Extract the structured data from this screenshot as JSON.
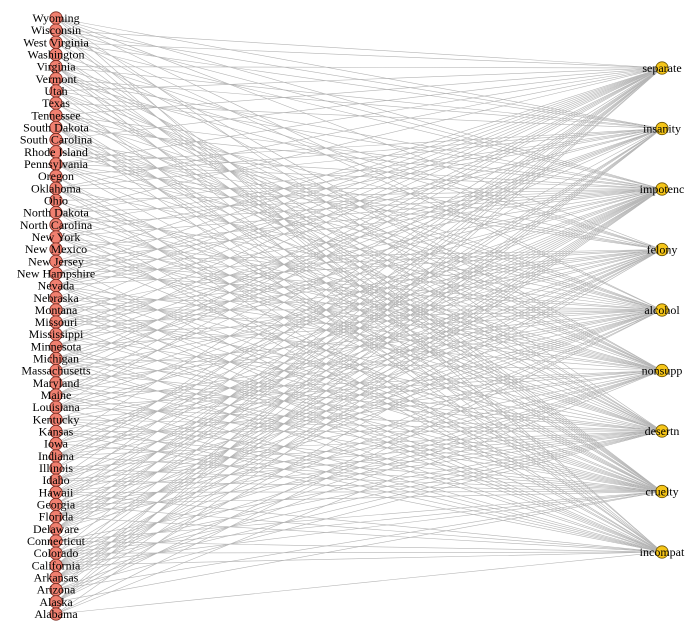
{
  "states": [
    "Wyoming",
    "Wisconsin",
    "West Virginia",
    "Washington",
    "Virginia",
    "Vermont",
    "Utah",
    "Texas",
    "Tennessee",
    "South Dakota",
    "South Carolina",
    "Rhode Island",
    "Pennsylvania",
    "Oregon",
    "Oklahoma",
    "Ohio",
    "North Dakota",
    "North Carolina",
    "New York",
    "New Mexico",
    "New Jersey",
    "New Hampshire",
    "Nevada",
    "Nebraska",
    "Montana",
    "Missouri",
    "Mississippi",
    "Minnesota",
    "Michigan",
    "Massachusetts",
    "Maryland",
    "Maine",
    "Louisiana",
    "Kentucky",
    "Kansas",
    "Iowa",
    "Indiana",
    "Illinois",
    "Idaho",
    "Hawaii",
    "Georgia",
    "Florida",
    "Delaware",
    "Connecticut",
    "Colorado",
    "California",
    "Arkansas",
    "Arizona",
    "Alaska",
    "Alabama"
  ],
  "grounds": [
    "separate",
    "insanity",
    "impotenc",
    "felony",
    "alcohol",
    "nonsupp",
    "desertn",
    "cruelty",
    "incompat"
  ],
  "colors": {
    "state_fill": "#f08070",
    "state_stroke": "#7a2a20",
    "ground_fill": "#f5c518",
    "ground_stroke": "#6b5200",
    "edge": "#b4b4b4"
  }
}
